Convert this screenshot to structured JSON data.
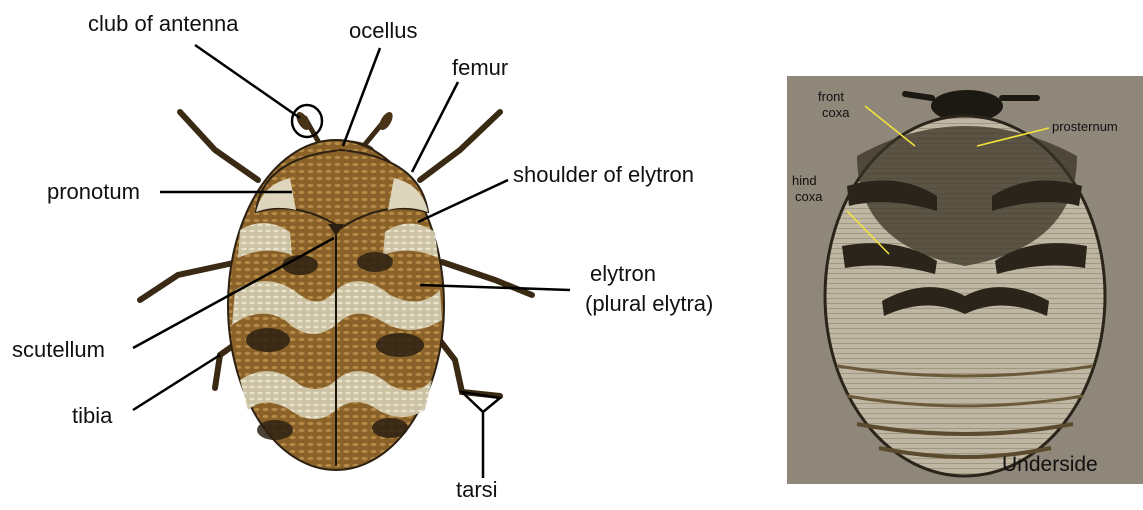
{
  "dorsal_labels": {
    "club_of_antenna": "club of antenna",
    "ocellus": "ocellus",
    "femur": "femur",
    "pronotum": "pronotum",
    "shoulder_of_elytron": "shoulder of elytron",
    "elytron_line1": "elytron",
    "elytron_line2": "(plural elytra)",
    "scutellum": "scutellum",
    "tibia": "tibia",
    "tarsi": "tarsi"
  },
  "underside_labels": {
    "front_coxa_line1": "front",
    "front_coxa_line2": "coxa",
    "prosternum": "prosternum",
    "hind_coxa_line1": "hind",
    "hind_coxa_line2": "coxa",
    "caption": "Underside"
  },
  "colors": {
    "pointer_lines_dorsal": "#000000",
    "pointer_lines_underside": "#f2e23a",
    "beetle_brown": "#8a6128",
    "beetle_dark": "#2b2012",
    "beetle_light": "#d9d1b8"
  }
}
